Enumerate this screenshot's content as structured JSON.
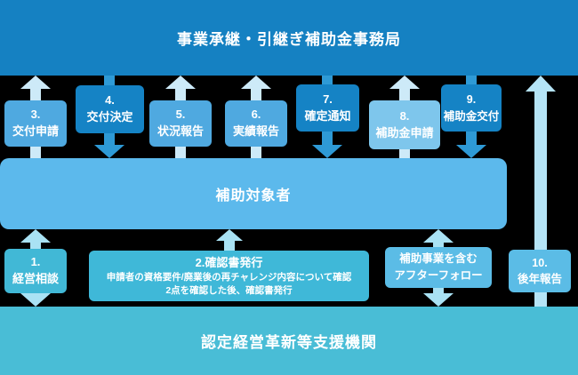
{
  "colors": {
    "background": "#000000",
    "top_banner": "#1581c2",
    "middle_band": "#5cb9ec",
    "bottom_banner": "#49bdd6",
    "dark_box": "#1583c5",
    "light_box": "#4fa9e0",
    "pale_box": "#7ec6ec",
    "teal_box": "#41b8d6",
    "teal_box_wide": "#3fb8d8",
    "blue_box": "#5bbce6",
    "arrow_up_light": "#cdeaf8",
    "arrow_down_medium": "#2e9ad6",
    "arrow_double_cyan": "#a9e2f4",
    "arrow_long_light": "#b5e4f6",
    "text": "#ffffff"
  },
  "top_banner": {
    "label": "事業承継・引継ぎ補助金事務局"
  },
  "middle_band": {
    "label": "補助対象者"
  },
  "bottom_banner": {
    "label": "認定経営革新等支援機関"
  },
  "steps": {
    "s1": {
      "num": "1.",
      "label": "経営相談"
    },
    "s2": {
      "title": "2.確認書発行",
      "line1": "申請者の資格要件/廃業後の再チャレンジ内容について確認",
      "line2": "2点を確認した後、確認書発行"
    },
    "s3": {
      "num": "3.",
      "label": "交付申請"
    },
    "s4": {
      "num": "4.",
      "label": "交付決定"
    },
    "s5": {
      "num": "5.",
      "label": "状況報告"
    },
    "s6": {
      "num": "6.",
      "label": "実績報告"
    },
    "s7": {
      "num": "7.",
      "label": "確定通知"
    },
    "s8": {
      "num": "8.",
      "label": "補助金申請"
    },
    "s9": {
      "num": "9.",
      "label": "補助金交付"
    },
    "s10": {
      "num": "10.",
      "label": "後年報告"
    },
    "after_follow": {
      "line1": "補助事業を含む",
      "line2": "アフターフォロー"
    }
  }
}
